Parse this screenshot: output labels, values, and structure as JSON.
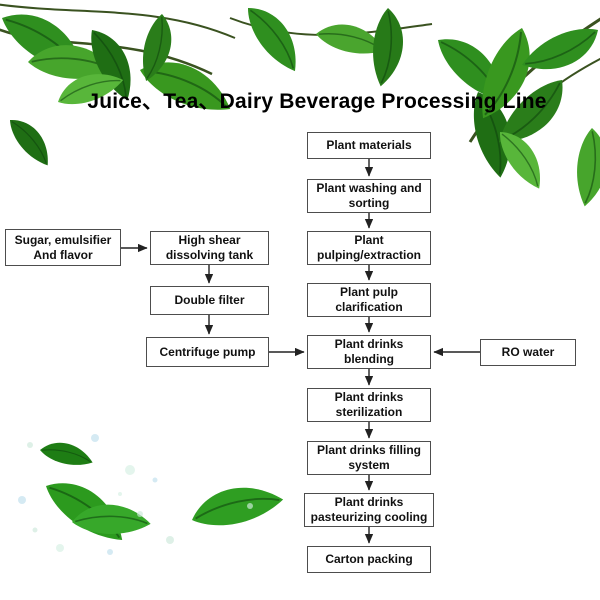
{
  "title": "Juice、Tea、Dairy Beverage Processing Line",
  "flowchart": {
    "main_chain": [
      {
        "id": "plant-materials",
        "label": "Plant materials"
      },
      {
        "id": "plant-washing-sorting",
        "label": "Plant washing and sorting"
      },
      {
        "id": "plant-pulping-extraction",
        "label": "Plant pulping/extraction"
      },
      {
        "id": "plant-pulp-clarification",
        "label": "Plant pulp clarification"
      },
      {
        "id": "plant-drinks-blending",
        "label": "Plant drinks blending"
      },
      {
        "id": "plant-drinks-sterilization",
        "label": "Plant drinks sterilization"
      },
      {
        "id": "plant-drinks-filling",
        "label": "Plant drinks filling system"
      },
      {
        "id": "plant-drinks-pasteurizing",
        "label": "Plant drinks pasteurizing cooling"
      },
      {
        "id": "carton-packing",
        "label": "Carton packing"
      }
    ],
    "left_chain": [
      {
        "id": "sugar-emulsifier-flavor",
        "label": "Sugar, emulsifier And flavor"
      },
      {
        "id": "high-shear-tank",
        "label": "High shear dissolving tank"
      },
      {
        "id": "double-filter",
        "label": "Double filter"
      },
      {
        "id": "centrifuge-pump",
        "label": "Centrifuge pump"
      }
    ],
    "right_chain": [
      {
        "id": "ro-water",
        "label": "RO water"
      }
    ]
  },
  "colors": {
    "leaf_dark": "#1f6e14",
    "leaf_mid": "#2f8f1f",
    "leaf_light": "#58b63a",
    "box_border": "#4d4d4d",
    "arrow": "#222222",
    "splash": "#cde9db"
  }
}
